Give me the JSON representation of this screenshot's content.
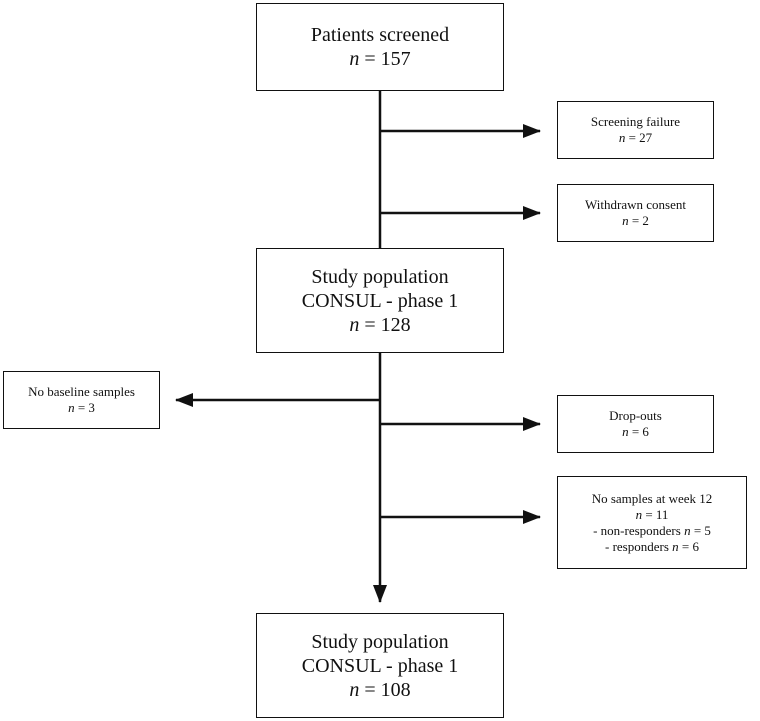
{
  "n_symbol": "n",
  "nodes": {
    "screened": {
      "title": "Patients screened",
      "count": "= 157"
    },
    "screening_failure": {
      "title": "Screening failure",
      "count": "= 27"
    },
    "withdrawn": {
      "title": "Withdrawn consent",
      "count": "= 2"
    },
    "study_pop_1": {
      "title_line1": "Study population",
      "title_line2": "CONSUL - phase 1",
      "count": "= 128"
    },
    "no_baseline": {
      "title": "No baseline samples",
      "count": "= 3"
    },
    "dropouts": {
      "title": "Drop-outs",
      "count": "= 6"
    },
    "no_samples_w12": {
      "title": "No samples at week 12",
      "count": "= 11",
      "sub1_label": "- non-responders",
      "sub1_count": "= 5",
      "sub2_label": "- responders",
      "sub2_count": "= 6"
    },
    "study_pop_2": {
      "title_line1": "Study population",
      "title_line2": "CONSUL - phase 1",
      "count": "= 108"
    }
  }
}
